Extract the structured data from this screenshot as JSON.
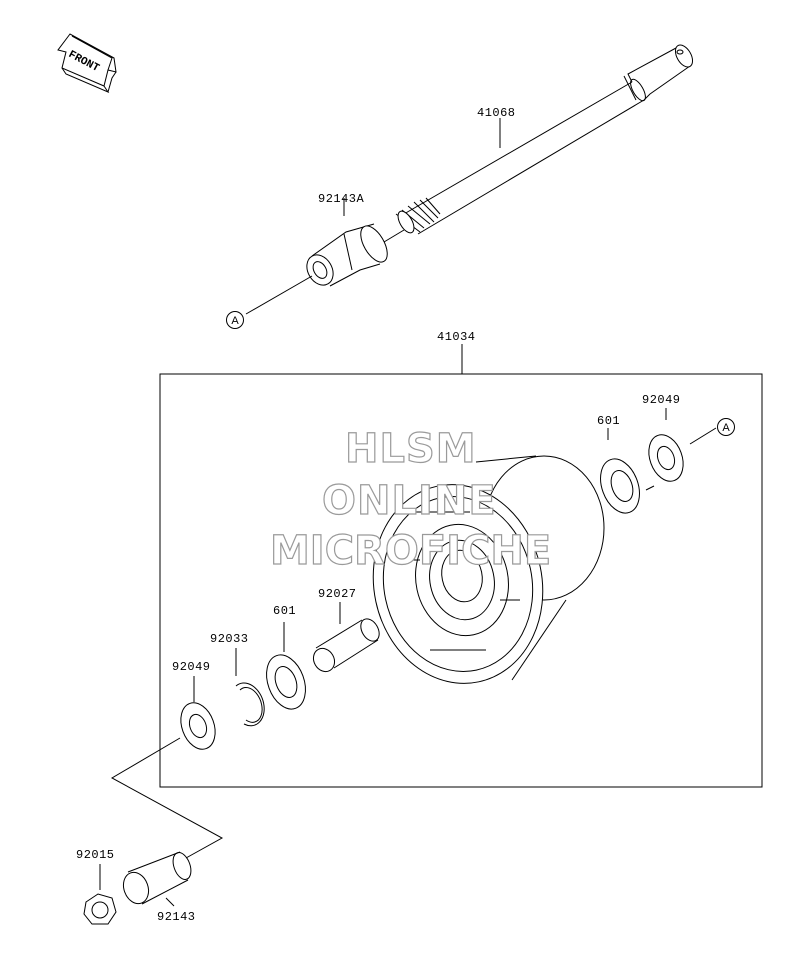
{
  "front_badge": "FRONT",
  "parts": {
    "axle": "41068",
    "collar_a": "92143A",
    "hub_assembly": "41034",
    "seal_right": "92049",
    "bearing_right": "601",
    "spacer": "92027",
    "bearing_left": "601",
    "circlip": "92033",
    "seal_left": "92049",
    "nut": "92015",
    "collar": "92143"
  },
  "reference_marker": "A",
  "watermark": {
    "line1": "HLSM",
    "line2": "ONLINE",
    "line3": "MICROFICHE"
  }
}
